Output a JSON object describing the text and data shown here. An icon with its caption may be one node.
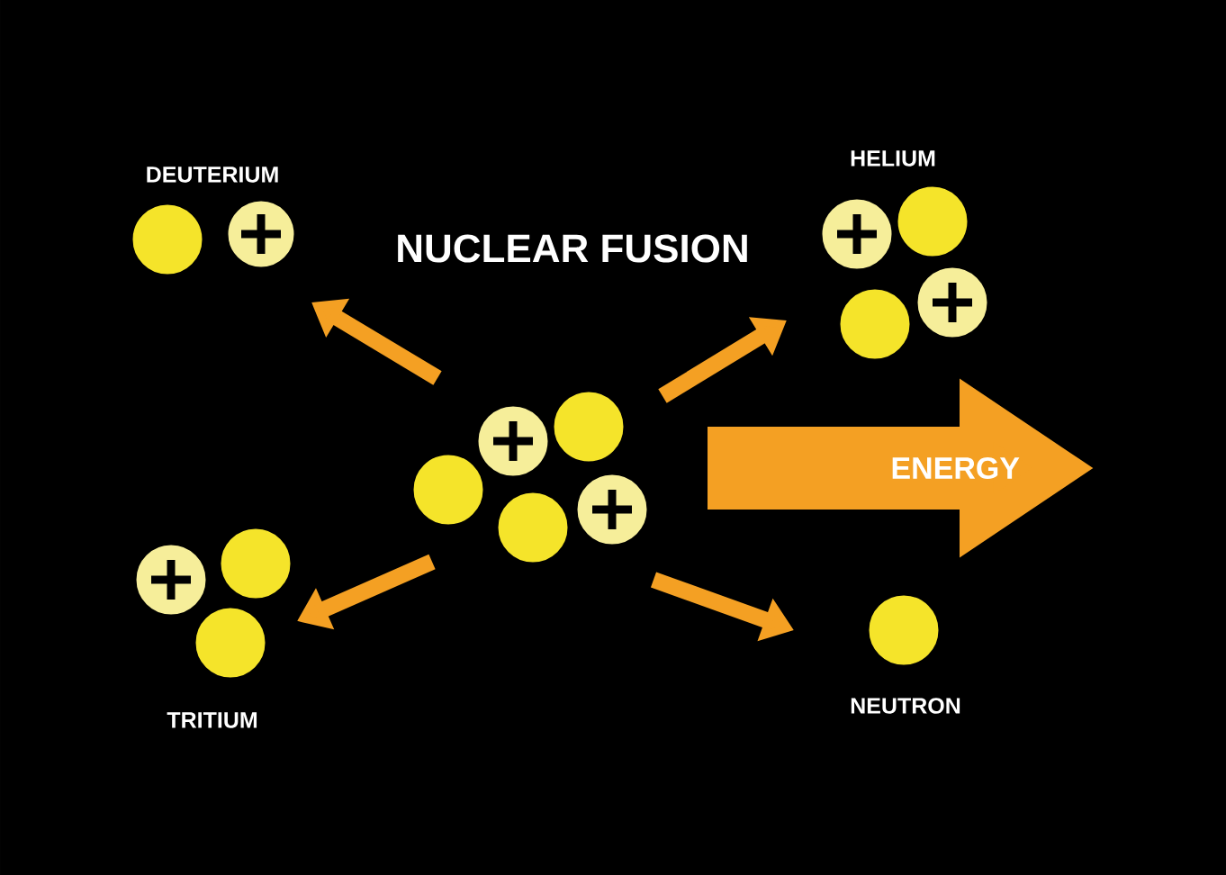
{
  "diagram": {
    "title": "NUCLEAR FUSION",
    "nodes": [
      {
        "text": [
          "DEUTERIUM"
        ]
      },
      {
        "text": [
          "HELIUM"
        ]
      },
      {
        "text": [],
        "shape": "circle"
      },
      {
        "text": [
          "TRITIUM"
        ]
      },
      {
        "text": [
          "NEUTRON"
        ]
      }
    ],
    "edges": [
      {
        "from": 2,
        "to": 0,
        "arrow": "to"
      },
      {
        "from": 2,
        "to": 1,
        "arrow": "to"
      },
      {
        "from": 2,
        "to": 3,
        "arrow": "to"
      },
      {
        "from": 2,
        "to": 4,
        "arrow": "to"
      },
      {
        "from": 2,
        "to": null,
        "arrow": "to",
        "label": "ENERGY",
        "style": "thick"
      }
    ]
  }
}
